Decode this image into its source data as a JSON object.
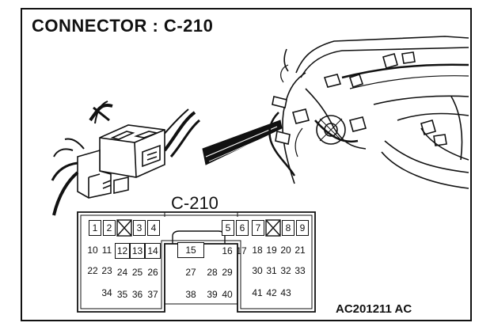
{
  "title": "CONNECTOR : C-210",
  "connector_label": "C-210",
  "reference_code": "AC201211 AC",
  "pins": {
    "p1": "1",
    "p2": "2",
    "p3": "3",
    "p4": "4",
    "p5": "5",
    "p6": "6",
    "p7": "7",
    "p8": "8",
    "p9": "9",
    "p10": "10",
    "p11": "11",
    "p12": "12",
    "p13": "13",
    "p14": "14",
    "p15": "15",
    "p16": "16",
    "p17": "17",
    "p18": "18",
    "p19": "19",
    "p20": "20",
    "p21": "21",
    "p22": "22",
    "p23": "23",
    "p24": "24",
    "p25": "25",
    "p26": "26",
    "p27": "27",
    "p28": "28",
    "p29": "29",
    "p30": "30",
    "p31": "31",
    "p32": "32",
    "p33": "33",
    "p34": "34",
    "p35": "35",
    "p36": "36",
    "p37": "37",
    "p38": "38",
    "p39": "39",
    "p40": "40",
    "p41": "41",
    "p42": "42",
    "p43": "43"
  },
  "colors": {
    "ink": "#111111",
    "paper": "#ffffff"
  }
}
